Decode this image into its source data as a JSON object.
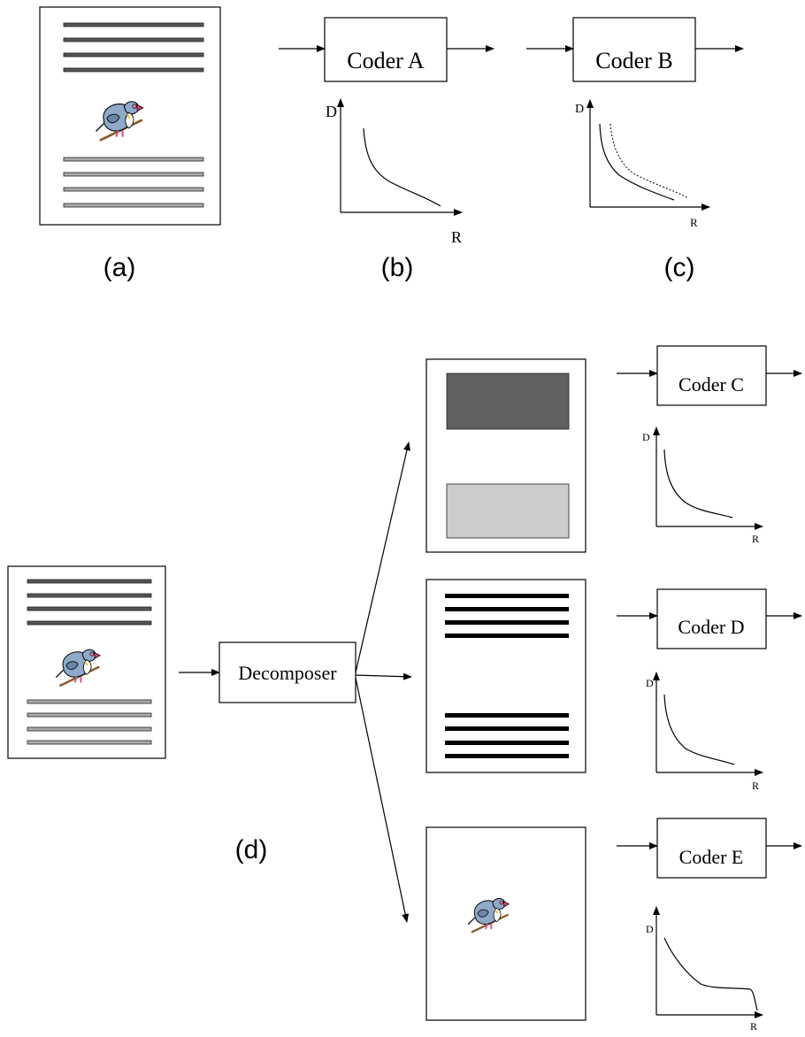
{
  "panels": {
    "a": "(a)",
    "b": "(b)",
    "c": "(c)",
    "d": "(d)"
  },
  "coders": {
    "a": "Coder A",
    "b": "Coder B",
    "c": "Coder C",
    "d": "Coder D",
    "e": "Coder E"
  },
  "decomposer": "Decomposer",
  "axes": {
    "distortion": "D",
    "rate": "R"
  },
  "colors": {
    "dark_bar": "#5a5a5a",
    "light_bar": "#a8a8a8",
    "dark_block": "#606060",
    "light_block": "#cccccc",
    "text_bar": "#000000"
  },
  "icons": {
    "bird": "bird-icon"
  }
}
